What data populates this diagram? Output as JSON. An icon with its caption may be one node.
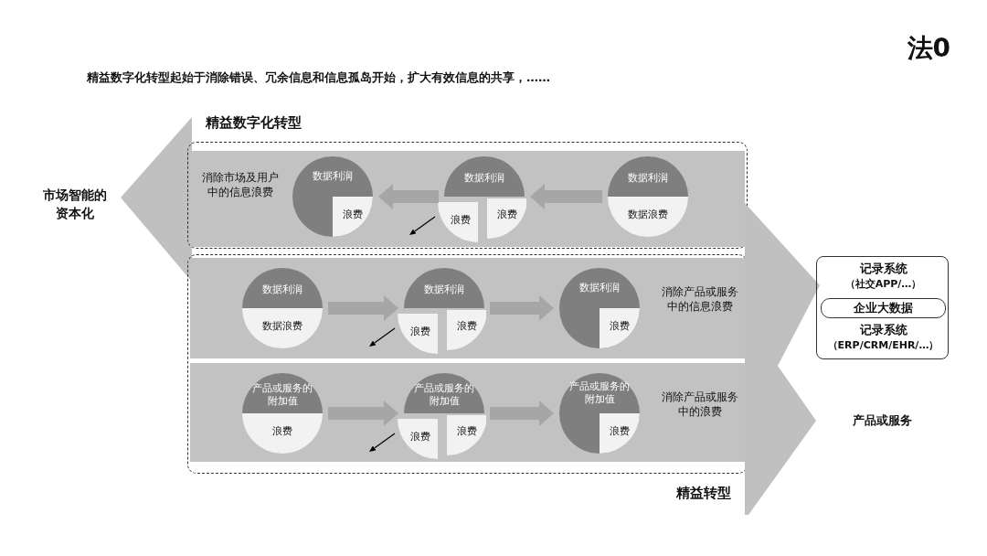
{
  "diagram": {
    "title": "法0",
    "nodes": [
      {
        "text": [
          "市场智能的资本化"
        ]
      },
      {
        "text": [
          "精益数字化转型"
        ]
      },
      {
        "text": [
          "消除市场及用户中的信息浪费"
        ],
        "in": 1
      },
      {
        "text": [
          "数据利润",
          "浪费"
        ],
        "in": 2
      },
      {
        "text": [
          "数据利润",
          "浪费",
          "浪费"
        ],
        "in": 2
      },
      {
        "text": [
          "数据利润",
          "数据浪费"
        ],
        "in": 2
      },
      {
        "text": [
          "精益转型"
        ]
      },
      {
        "text": [
          "消除产品或服务中的信息浪费"
        ],
        "in": 6
      },
      {
        "text": [
          "数据利润",
          "数据浪费"
        ],
        "in": 7
      },
      {
        "text": [
          "数据利润",
          "浪费",
          "浪费"
        ],
        "in": 7
      },
      {
        "text": [
          "数据利润",
          "浪费"
        ],
        "in": 7
      },
      {
        "text": [
          "消除产品或服务中的浪费"
        ],
        "in": 6
      },
      {
        "text": [
          "产品或服务的附加值",
          "浪费"
        ],
        "in": 11
      },
      {
        "text": [
          "产品或服务的附加值",
          "浪费",
          "浪费"
        ],
        "in": 11
      },
      {
        "text": [
          "产品或服务的附加值",
          "浪费"
        ],
        "in": 11
      },
      {
        "text": [],
        "shape": "arrow"
      },
      {
        "text": [],
        "shape": "arrow"
      },
      {
        "text": [],
        "shape": "box"
      },
      {
        "text": [
          "记录系统",
          "（社交APP/…）"
        ],
        "in": 17
      },
      {
        "text": [
          "企业大数据"
        ],
        "in": 17
      },
      {
        "text": [
          "记录系统",
          "（ERP/CRM/EHR/…）"
        ],
        "in": 17
      },
      {
        "text": [
          "产品或服务"
        ]
      }
    ],
    "edges": [
      {
        "from": 5,
        "to": 4,
        "arrow": "to"
      },
      {
        "from": 4,
        "to": 3,
        "arrow": "to"
      },
      {
        "from": 4,
        "to": null,
        "arrow": "to",
        "color": "#000000"
      },
      {
        "from": 8,
        "to": 9,
        "arrow": "to"
      },
      {
        "from": 9,
        "to": 10,
        "arrow": "to"
      },
      {
        "from": 9,
        "to": null,
        "arrow": "to",
        "color": "#000000"
      },
      {
        "from": 12,
        "to": 13,
        "arrow": "to"
      },
      {
        "from": 13,
        "to": 14,
        "arrow": "to"
      },
      {
        "from": 13,
        "to": null,
        "arrow": "to",
        "color": "#000000"
      }
    ],
    "labels": [
      "精益数字化转型起始于消除错误、冗余信息和信息孤岛开始，扩大有效信息的共享，……"
    ]
  }
}
